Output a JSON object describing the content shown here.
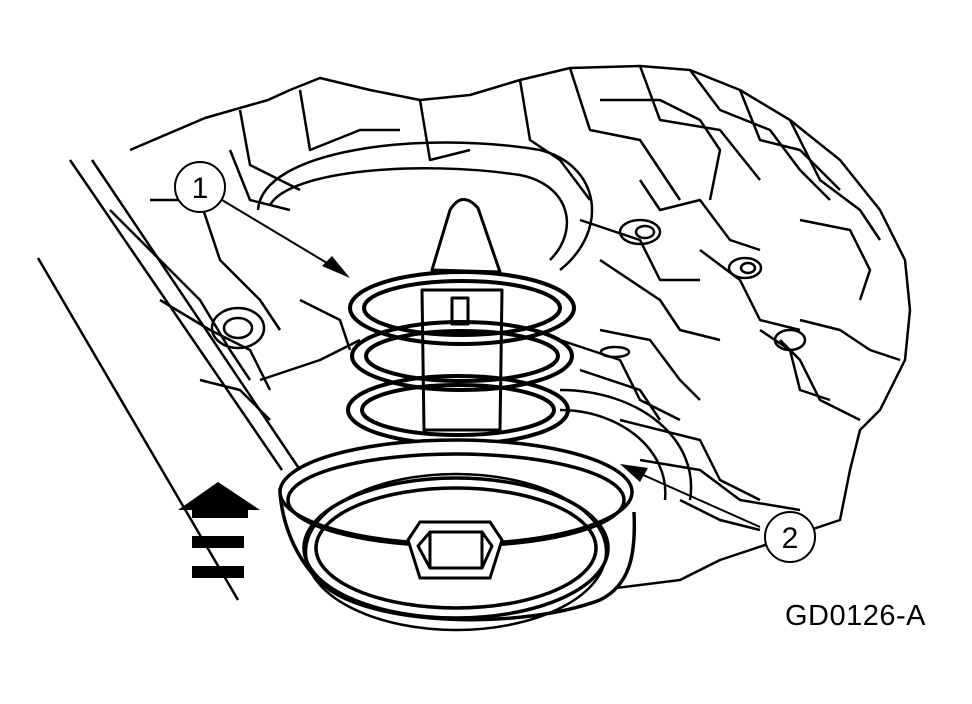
{
  "callouts": [
    {
      "label": "1"
    },
    {
      "label": "2"
    }
  ],
  "figure_id": "GD0126-A",
  "icons": {
    "direction": "up-arrow-icon"
  },
  "colors": {
    "ink": "#000000",
    "paper": "#ffffff"
  }
}
